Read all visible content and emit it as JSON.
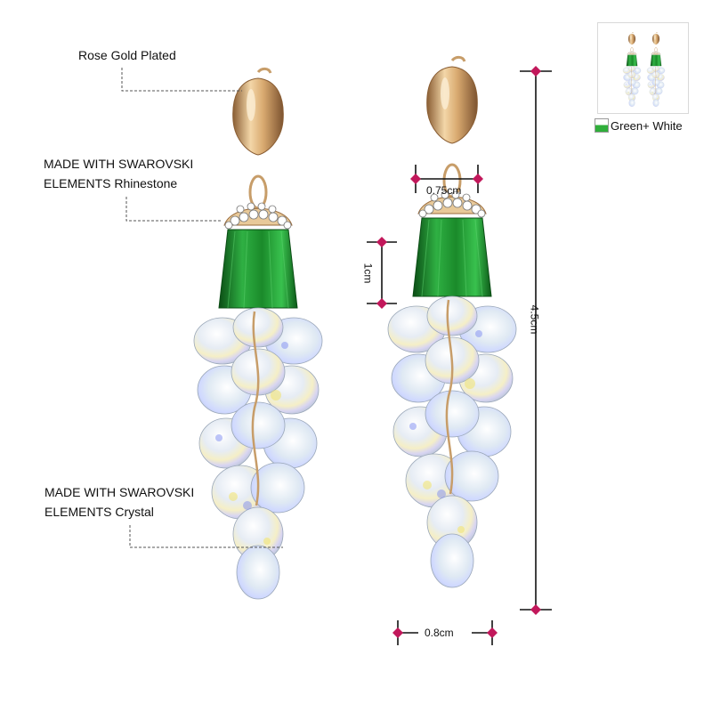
{
  "callouts": {
    "plating": "Rose Gold Plated",
    "rhinestone_line1": "MADE WITH SWAROVSKI",
    "rhinestone_line2": "ELEMENTS Rhinestone",
    "crystal_line1": "MADE WITH SWAROVSKI",
    "crystal_line2": "ELEMENTS Crystal"
  },
  "dimensions": {
    "bail_width": "0.75cm",
    "cap_height": "1cm",
    "total_length": "4.5cm",
    "bottom_width": "0.8cm"
  },
  "color_option": {
    "label": "Green+ White",
    "colors": {
      "top": "#ffffff",
      "bottom": "#2fae3a"
    }
  },
  "colors": {
    "gold": "#d9b07a",
    "gold_dark": "#a7794a",
    "emerald": "#1f8f2d",
    "emerald_dark": "#0d5a18",
    "marker": "#c2185b",
    "crystal": "#e9eef5"
  }
}
